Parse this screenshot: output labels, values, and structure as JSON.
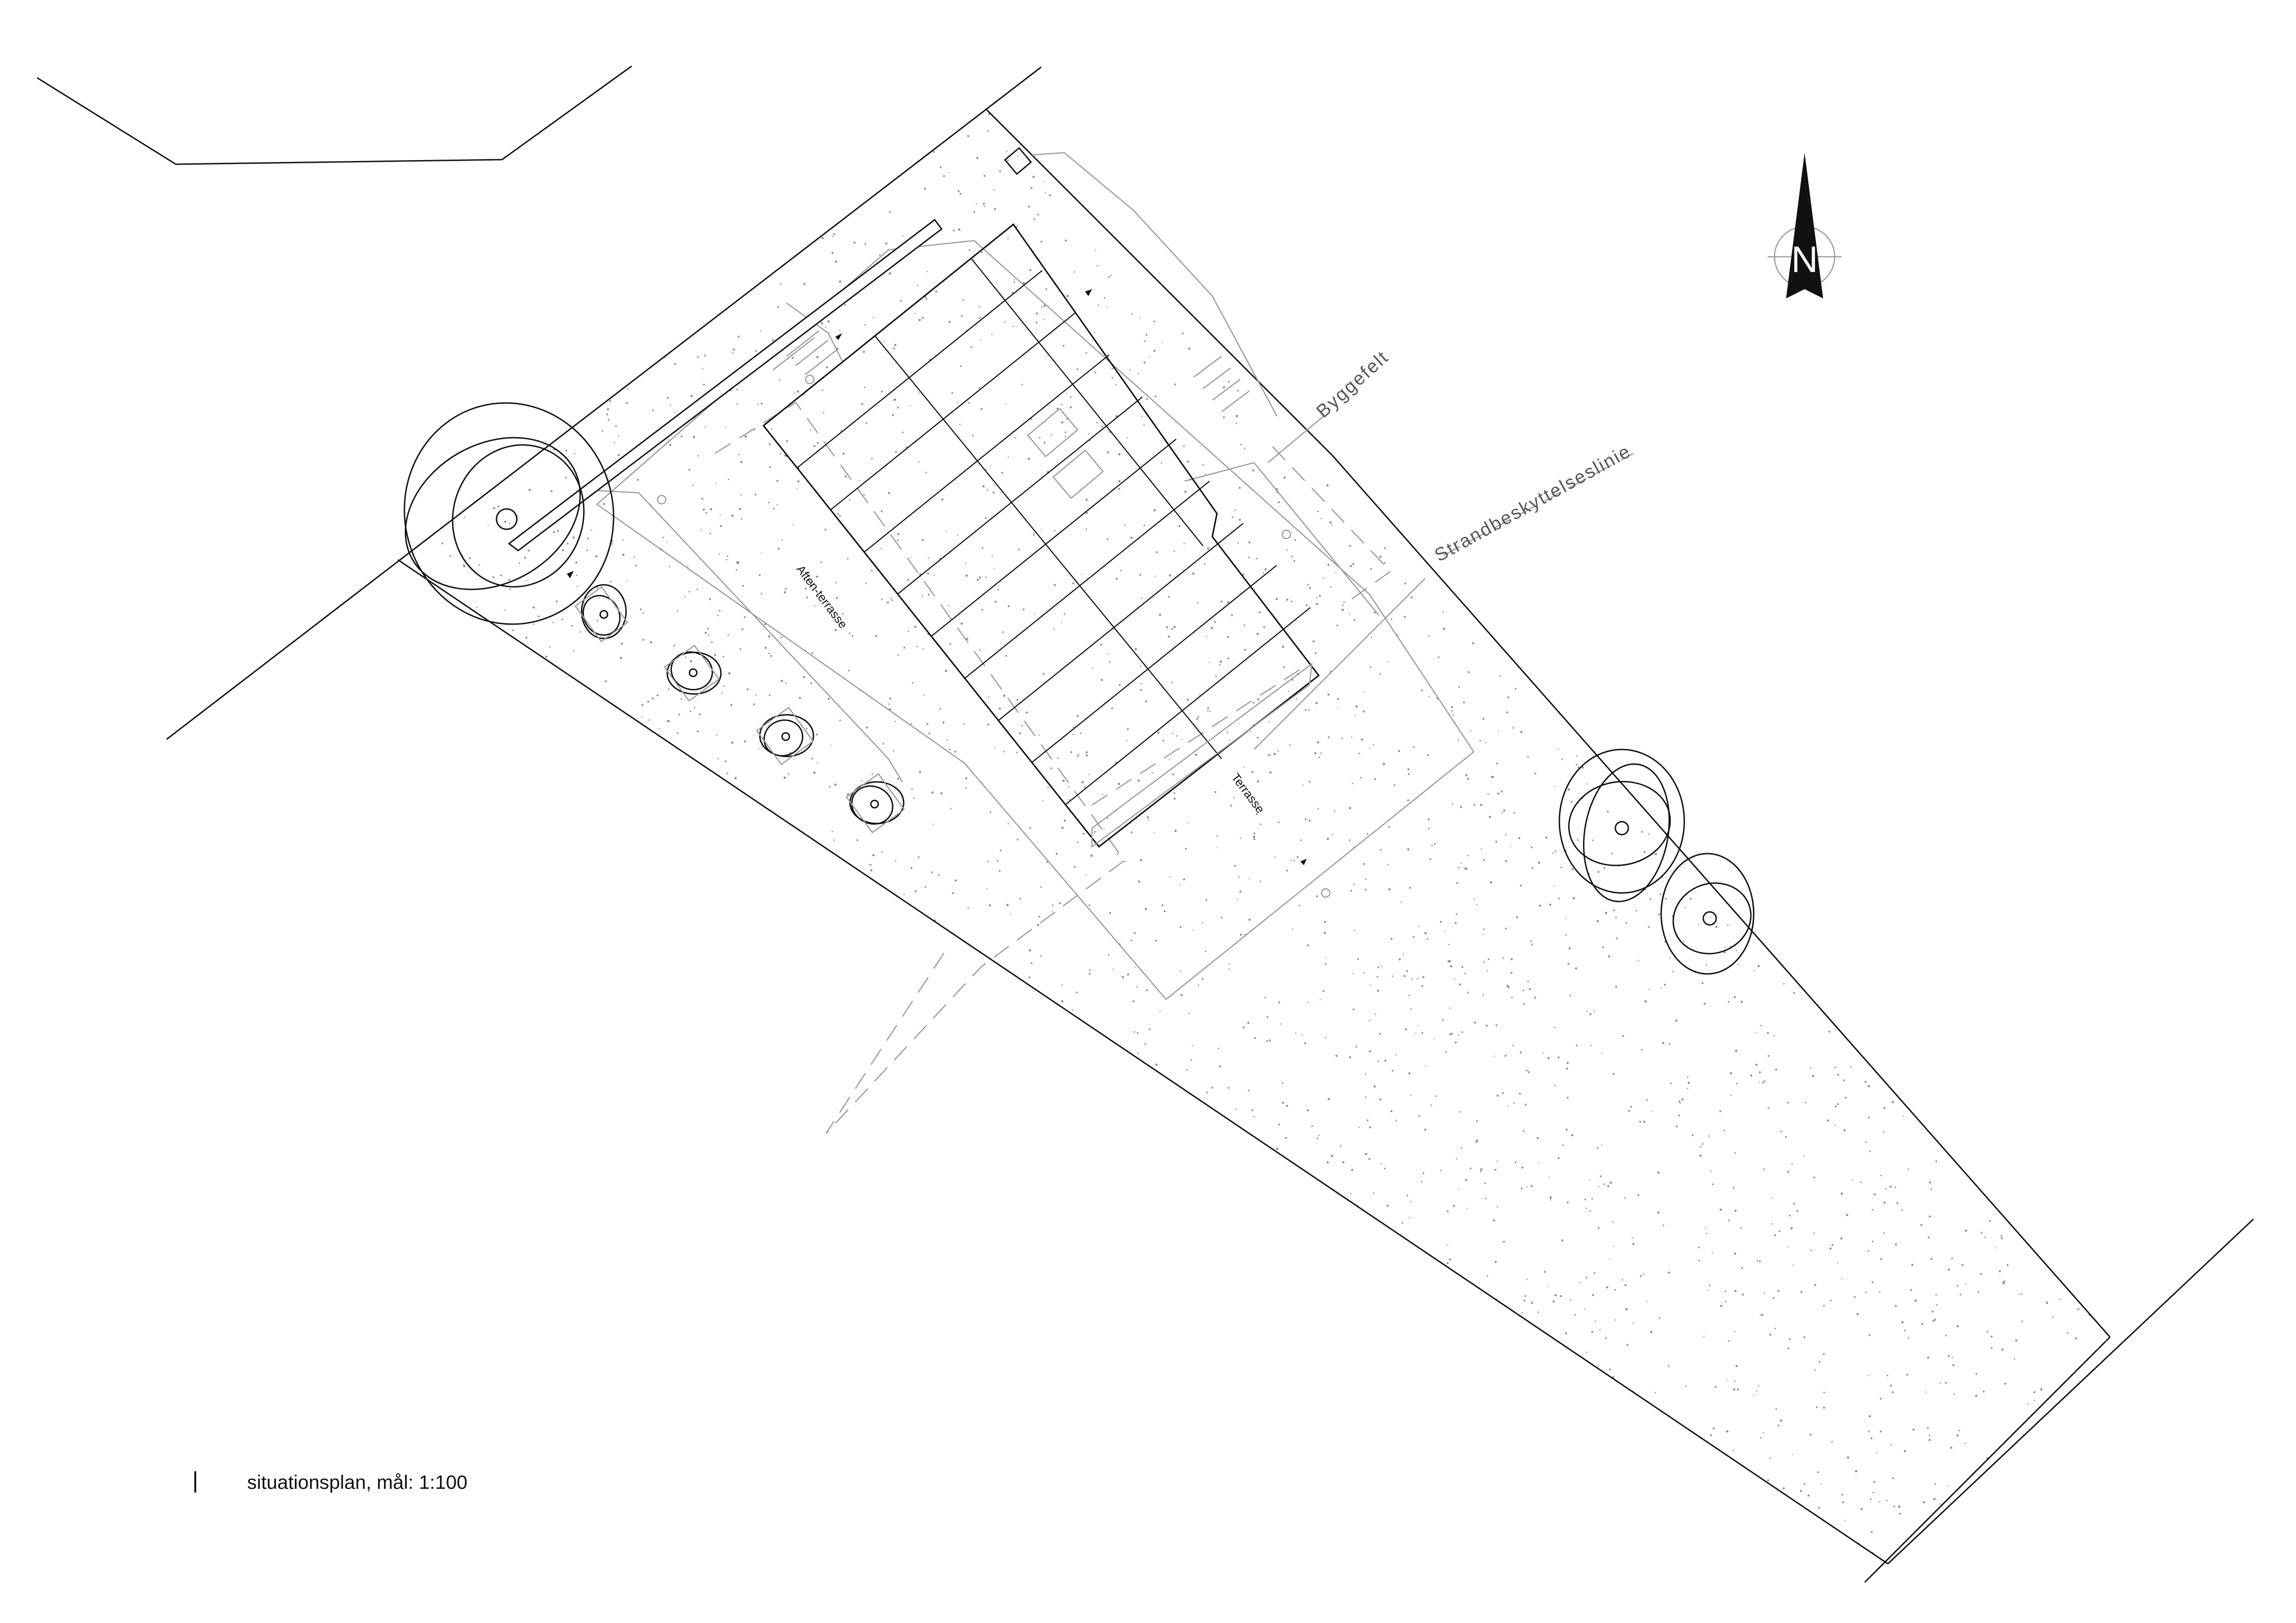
{
  "labels": {
    "byggefelt": "Byggefelt",
    "strandbeskyttelseslinie": "Strandbeskyttelseslinie",
    "aften_terrasse": "Aften-terrasse",
    "terrasse": "Terrasse",
    "north": "N"
  },
  "caption": "situationsplan, mål: 1:100",
  "colors": {
    "ink": "#111111",
    "fine_line": "#9a9a9a",
    "faint_line": "#bdbdbd",
    "stipple": "#8c8c8c",
    "paper": "#ffffff"
  },
  "icons": [
    "north-arrow-icon"
  ]
}
